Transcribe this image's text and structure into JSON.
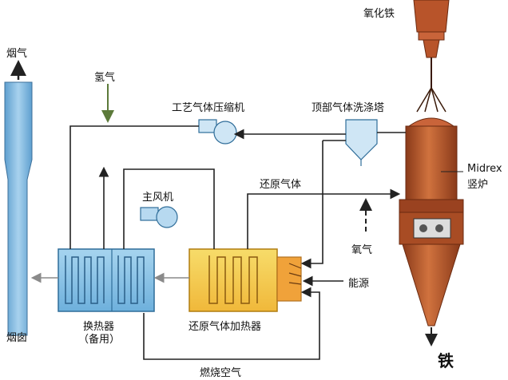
{
  "labels": {
    "iron_oxide": "氧化铁",
    "flue_gas": "烟气",
    "hydrogen": "氢气",
    "process_gas_compressor": "工艺气体压缩机",
    "top_gas_scrubber": "顶部气体洗涤塔",
    "midrex": "Midrex",
    "shaft_furnace": "竖炉",
    "main_fan": "主风机",
    "reducing_gas": "还原气体",
    "oxygen": "氧气",
    "energy": "能源",
    "chimney": "烟囱",
    "heat_exchanger": "换热器",
    "standby": "（备用）",
    "reducing_gas_heater": "还原气体加热器",
    "combustion_air": "燃烧空气",
    "iron": "铁"
  },
  "colors": {
    "line": "#222222",
    "arrow_gray": "#8a8a8a",
    "hydrogen_arrow": "#5c7a3a",
    "chimney_fill": "#7ab6dc",
    "heat_exchanger_fill": "#8cc6e6",
    "heater_fill": "#f2c84b",
    "heater_burner": "#f0a23a",
    "furnace": "#b8542a",
    "furnace_dark": "#8a3a1a",
    "equipment_blue": "#cfe6f5"
  }
}
